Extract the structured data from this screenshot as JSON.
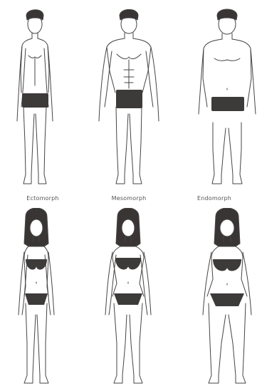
{
  "labels": {
    "ectomorph": "Ectomorph",
    "mesomorph": "Mesomorph",
    "endomorph": "Endomorph"
  },
  "colors": {
    "background": "#ffffff",
    "outline": "#444444",
    "garment": "#3d3a3a",
    "hair": "#3a3535",
    "label_text": "#555555"
  }
}
